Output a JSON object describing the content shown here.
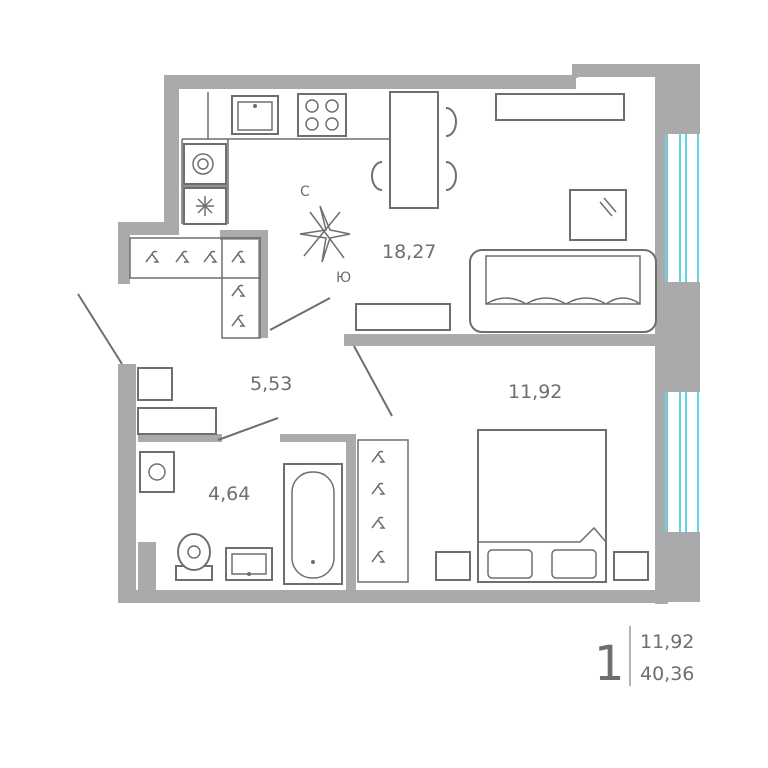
{
  "rooms": {
    "kitchen_living": "18,27",
    "hallway": "5,53",
    "bathroom": "4,64",
    "bedroom": "11,92"
  },
  "compass": {
    "north": "С",
    "south": "Ю"
  },
  "summary": {
    "room_count": "1",
    "living_area": "11,92",
    "total_area": "40,36"
  },
  "colors": {
    "wall": "#aaaaac",
    "line": "#6e6e6e",
    "window": "#5fd6e6"
  },
  "icons": [
    "washing-machine-icon",
    "refrigerator-icon",
    "hanger-icon",
    "stove-icon",
    "sink-icon",
    "bathtub-icon",
    "toilet-icon",
    "sofa-icon",
    "bed-icon",
    "tv-icon"
  ]
}
